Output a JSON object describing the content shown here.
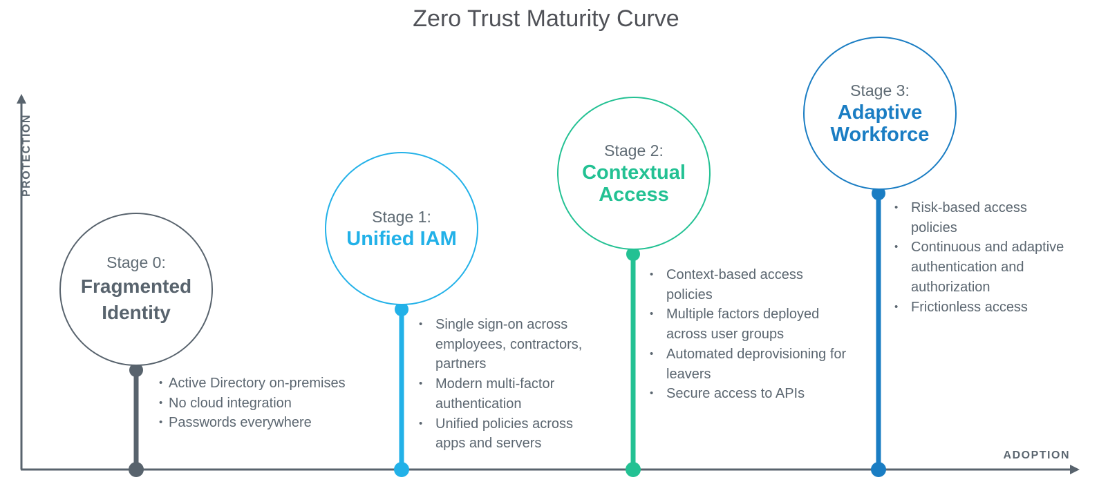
{
  "title": "Zero Trust Maturity Curve",
  "axes": {
    "y_label": "PROTECTION",
    "x_label": "ADOPTION"
  },
  "colors": {
    "stage0": "#58636d",
    "stage1": "#22b1e8",
    "stage2": "#23c193",
    "stage3": "#1a7dc3",
    "axis": "#58636d"
  },
  "stages": [
    {
      "stage": "Stage 0:",
      "name": "Fragmented Identity",
      "bullets": [
        "Active Directory on-premises",
        "No cloud integration",
        "Passwords everywhere"
      ]
    },
    {
      "stage": "Stage 1:",
      "name": "Unified IAM",
      "bullets": [
        "Single sign-on across employees, contractors, partners",
        "Modern multi-factor authentication",
        "Unified policies across apps and servers"
      ]
    },
    {
      "stage": "Stage 2:",
      "name": "Contextual Access",
      "bullets": [
        "Context-based access policies",
        "Multiple factors deployed across user groups",
        "Automated deprovisioning for leavers",
        "Secure access to APIs"
      ]
    },
    {
      "stage": "Stage 3:",
      "name": "Adaptive Workforce",
      "bullets": [
        "Risk-based access policies",
        "Continuous and adaptive authentication and authorization",
        "Frictionless access"
      ]
    }
  ]
}
